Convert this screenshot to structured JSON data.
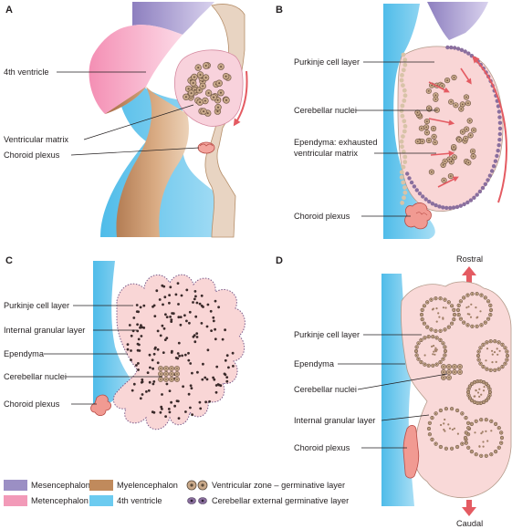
{
  "panels": {
    "A": {
      "letter": "A",
      "labels": {
        "ventricle": "4th ventricle",
        "matrix": "Ventricular matrix",
        "plexus": "Choroid plexus"
      }
    },
    "B": {
      "letter": "B",
      "labels": {
        "purkinje": "Purkinje cell layer",
        "nuclei": "Cerebellar nuclei",
        "ependyma1": "Ependyma: exhausted",
        "ependyma2": "ventricular matrix",
        "plexus": "Choroid plexus"
      }
    },
    "C": {
      "letter": "C",
      "labels": {
        "purkinje": "Purkinje cell layer",
        "granular": "Internal granular layer",
        "ependyma": "Ependyma",
        "nuclei": "Cerebellar nuclei",
        "plexus": "Choroid plexus"
      }
    },
    "D": {
      "letter": "D",
      "labels": {
        "rostral": "Rostral",
        "caudal": "Caudal",
        "purkinje": "Purkinje cell layer",
        "ependyma": "Ependyma",
        "nuclei": "Cerebellar nuclei",
        "granular": "Internal granular layer",
        "plexus": "Choroid plexus"
      }
    }
  },
  "legend": {
    "mesencephalon": "Mesencephalon",
    "metencephalon": "Metencephalon",
    "myelencephalon": "Myelencephalon",
    "fourth_ventricle": "4th ventricle",
    "ventricular_zone": "Ventricular zone – germinative layer",
    "external_layer": "Cerebellar external germinative layer"
  },
  "colors": {
    "mesencephalon": "#9b8fc4",
    "metencephalon": "#f29ab8",
    "myelencephalon": "#c08a5c",
    "fourth_ventricle": "#6ccbf0",
    "cerebellum_pink": "#f9d6d6",
    "cell": "#c9a98a",
    "arrow": "#e45b62"
  }
}
